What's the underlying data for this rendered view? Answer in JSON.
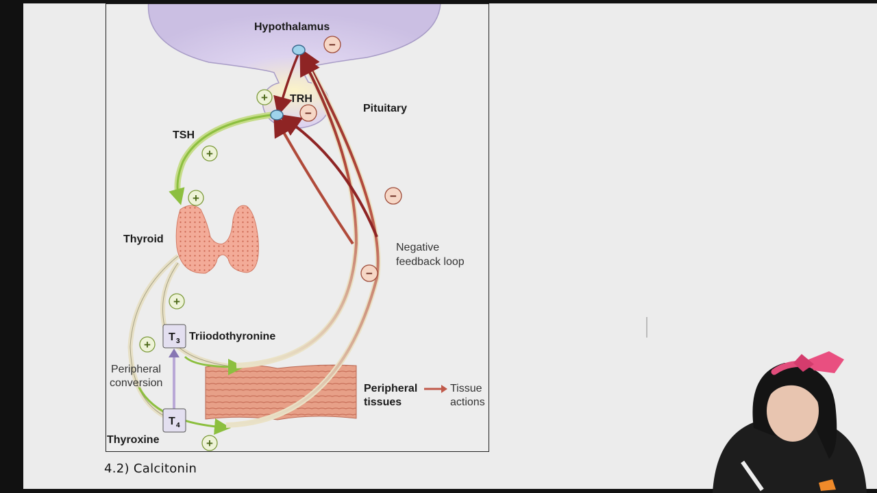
{
  "diagram": {
    "labels": {
      "hypothalamus": "Hypothalamus",
      "trh": "TRH",
      "pituitary": "Pituitary",
      "tsh": "TSH",
      "thyroid": "Thyroid",
      "t3_symbol": "T",
      "t3_sub": "3",
      "t3_name": "Triiodothyronine",
      "t4_symbol": "T",
      "t4_sub": "4",
      "thyroxine": "Thyroxine",
      "peripheral_conversion_1": "Peripheral",
      "peripheral_conversion_2": "conversion",
      "peripheral_tissues_1": "Peripheral",
      "peripheral_tissues_2": "tissues",
      "tissue_actions_1": "Tissue",
      "tissue_actions_2": "actions",
      "negative_feedback_1": "Negative",
      "negative_feedback_2": "feedback loop"
    },
    "signs": {
      "plus": "+",
      "minus": "−"
    },
    "colors": {
      "stimulation": "#8cbf3f",
      "inhibition": "#8e2424",
      "thyroid": "#f0a392",
      "hypothalamus": "#d9d0ec",
      "tissue": "#e08a72"
    }
  },
  "caption": {
    "section": "4.2) Calcitonin"
  }
}
